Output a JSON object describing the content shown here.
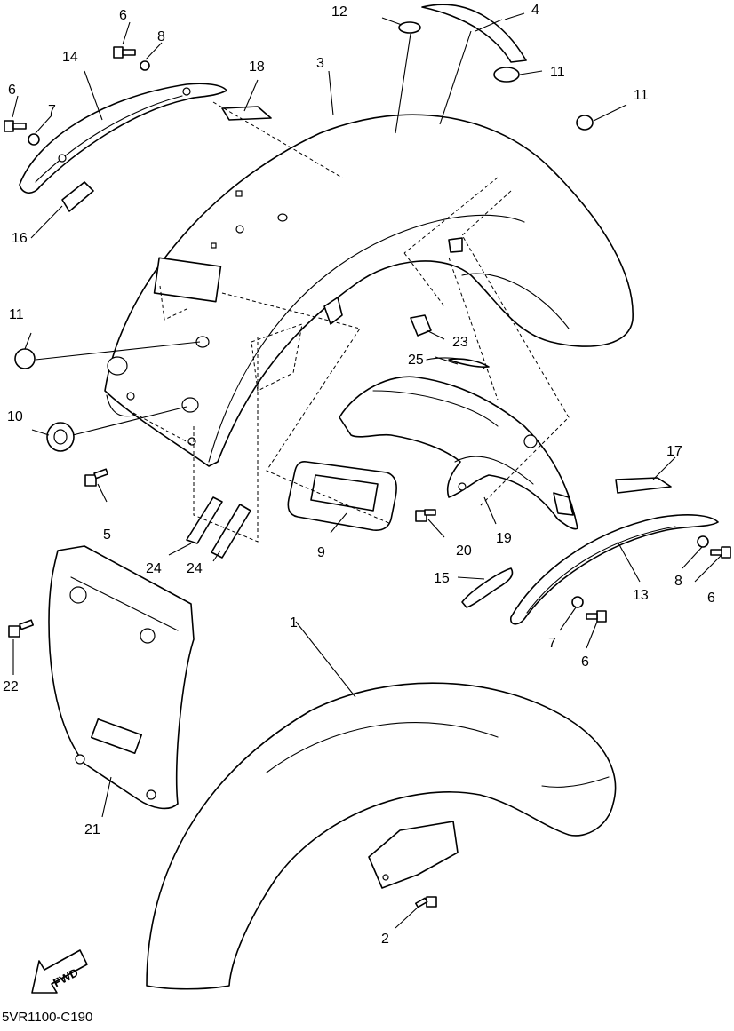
{
  "diagram": {
    "drawing_code": "5VR1100-C190",
    "direction_arrow": "FWD",
    "callouts": {
      "c1": "1",
      "c2": "2",
      "c3": "3",
      "c4": "4",
      "c5": "5",
      "c6a": "6",
      "c6b": "6",
      "c6c": "6",
      "c6d": "6",
      "c7a": "7",
      "c7b": "7",
      "c8a": "8",
      "c8b": "8",
      "c9": "9",
      "c10": "10",
      "c11a": "11",
      "c11b": "11",
      "c11c": "11",
      "c12": "12",
      "c13": "13",
      "c14": "14",
      "c15": "15",
      "c16": "16",
      "c17": "17",
      "c18": "18",
      "c19": "19",
      "c20": "20",
      "c21": "21",
      "c22": "22",
      "c23": "23",
      "c24a": "24",
      "c24b": "24",
      "c25": "25"
    }
  }
}
